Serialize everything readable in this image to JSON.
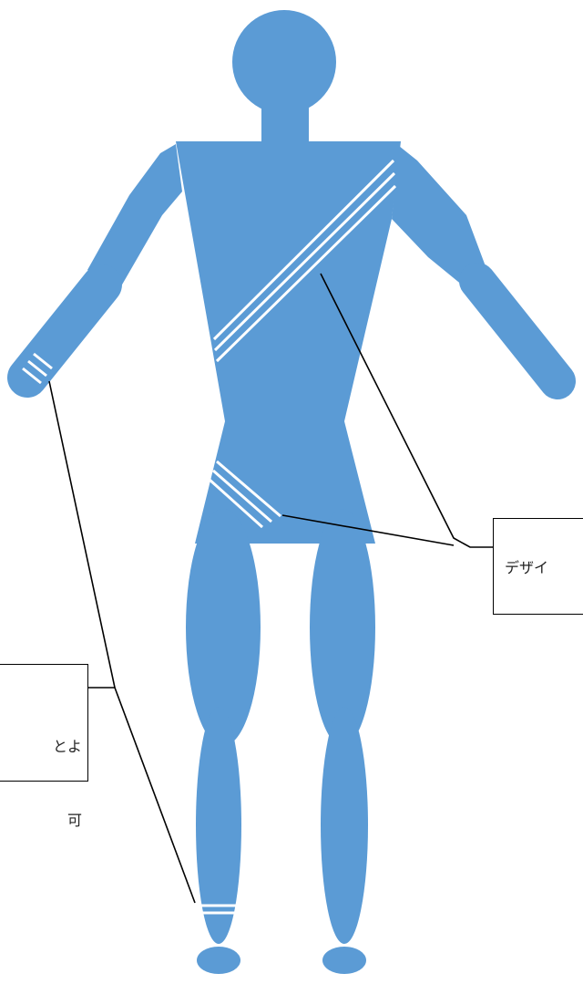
{
  "colors": {
    "figure_fill": "#5b9bd5",
    "stripe": "#ffffff",
    "leader_line": "#000000"
  },
  "callouts": {
    "right": {
      "text": "デザイ"
    },
    "left": {
      "line1": "とよ",
      "line2": "可"
    }
  }
}
